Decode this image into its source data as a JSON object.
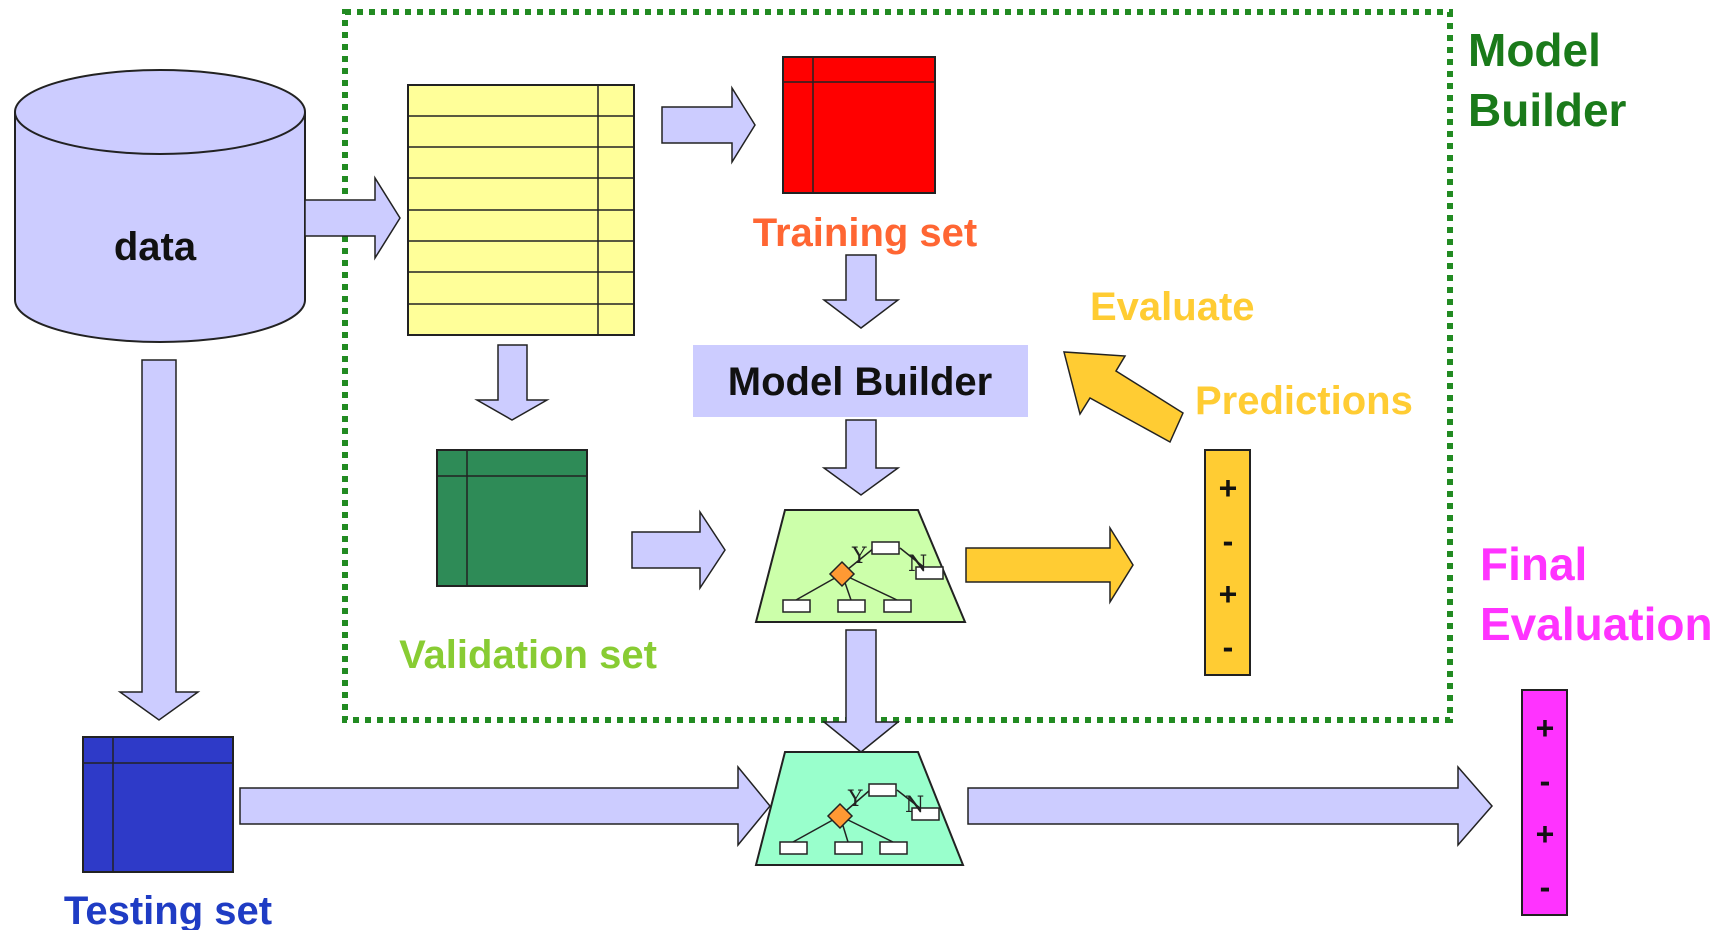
{
  "labels": {
    "data": "data",
    "training_set": "Training set",
    "validation_set": "Validation set",
    "testing_set": "Testing set",
    "model_builder_box": "Model Builder",
    "model_builder_group_line1": "Model",
    "model_builder_group_line2": "Builder",
    "evaluate": "Evaluate",
    "predictions": "Predictions",
    "final_evaluation_line1": "Final",
    "final_evaluation_line2": "Evaluation",
    "tree_yes": "Y",
    "tree_no": "N"
  },
  "predictions_signs": [
    "+",
    "-",
    "+",
    "-"
  ],
  "final_signs": [
    "+",
    "-",
    "+",
    "-"
  ],
  "colors": {
    "arrow_fill": "#ccccff",
    "cylinder_fill": "#ccccff",
    "table_fill": "#ffff99",
    "training_fill": "#ff0000",
    "validation_fill": "#2e8b57",
    "testing_fill": "#2e3ac8",
    "model_box_fill": "#ccccff",
    "tree_fill": "#ccffaa",
    "tree_fill_test": "#99ffcc",
    "diamond_fill": "#ff9933",
    "orange_arrow": "#ffcc33",
    "predictions_bar": "#ffcc33",
    "final_bar": "#ff33ff",
    "group_border": "#228b22",
    "training_label": "#ff6633",
    "validation_label": "#88cc33",
    "testing_label": "#1f3cc4",
    "evaluate_label": "#ffcc33",
    "final_label": "#ff33ff",
    "group_label": "#1a7a1a"
  }
}
